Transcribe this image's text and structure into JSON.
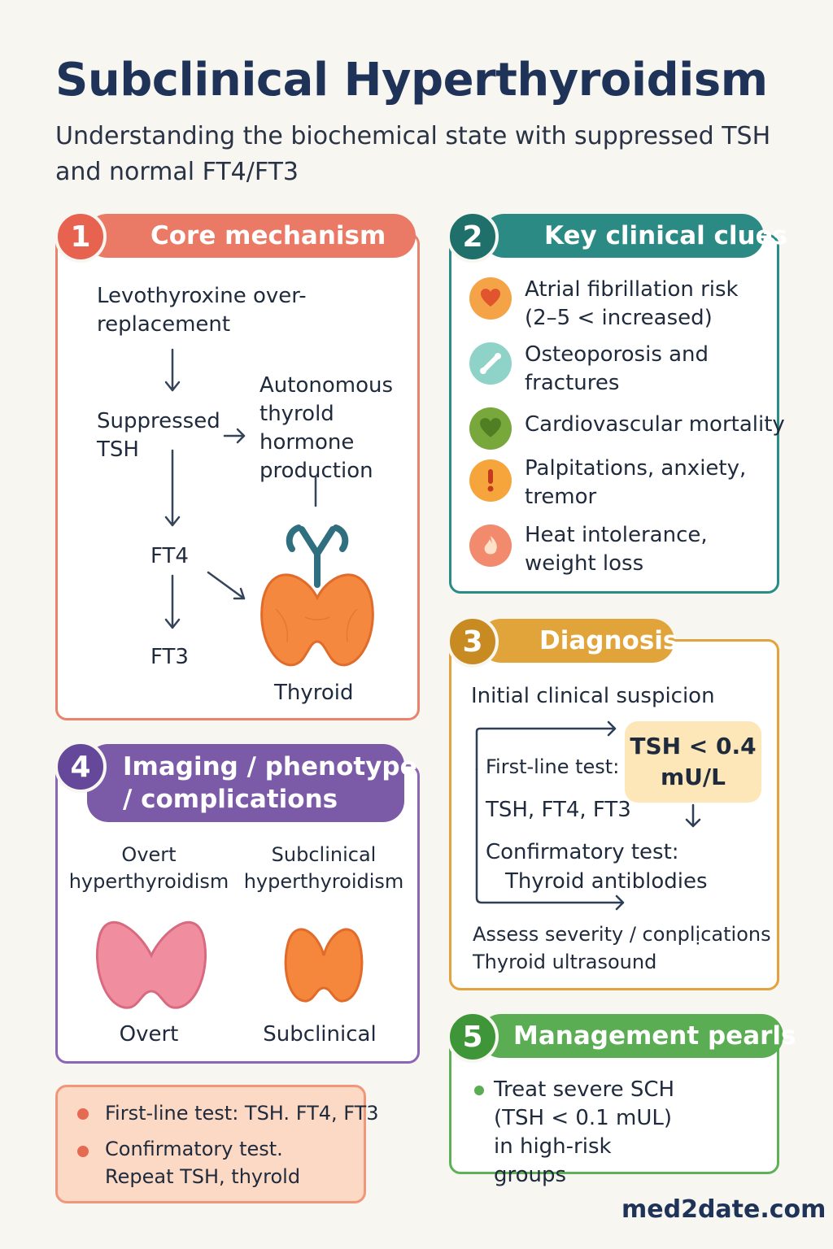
{
  "title": "Subclinical Hyperthyroidism",
  "subtitle": "Understanding the biochemical state with suppressed TSH and normal FT4/FT3",
  "colors": {
    "navy": "#1f3358",
    "panel1": "#ea7a66",
    "panel2": "#2b8a83",
    "panel3": "#e0a43a",
    "panel4": "#7b5aa8",
    "panel5": "#5aad52"
  },
  "panel1": {
    "number": "1",
    "heading": "Core mechanism",
    "levo": "Levothyroxine over-replacement",
    "suppressed": "Suppressed TSH",
    "autonomous": "Autonomous thyrold hormone production",
    "ft4": "FT4",
    "ft3": "FT3",
    "thyroid_label": "Thyroid",
    "icon": "thyroid-gland-icon"
  },
  "panel2": {
    "number": "2",
    "heading": "Key clinical clues",
    "clues": [
      {
        "text": "Atrial fibrillation risk (2–5 < increased)",
        "icon": "heart-icon",
        "color": "#f4a446"
      },
      {
        "text": "Osteoporosis and fractures",
        "icon": "bone-icon",
        "color": "#8fd3c8"
      },
      {
        "text": "Cardiovascular mortality",
        "icon": "heart-icon",
        "color": "#78a83c"
      },
      {
        "text": "Palpitations, anxiety, tremor",
        "icon": "exclamation-icon",
        "color": "#f6a53d"
      },
      {
        "text": "Heat intolerance, weight loss",
        "icon": "flame-icon",
        "color": "#f28a6e"
      }
    ]
  },
  "panel3": {
    "number": "3",
    "heading": "Diagnosis",
    "initial": "Initial clinical suspicion",
    "first_line_label": "First-line test:",
    "first_line_tests": "TSH, FT4, FT3",
    "tsh_threshold_1": "TSH < 0.4",
    "tsh_threshold_2": "mU/L",
    "confirm_label": "Confirmatory test:",
    "confirm_test": "Thyroid antiblodies",
    "assess": "Assess severity / conplịcations",
    "ultrasound": "Thyroid ultrasound"
  },
  "panel4": {
    "number": "4",
    "heading_line1": "Imaging / phenotype",
    "heading_line2": "/ complications",
    "col1_title": "Overt hyperthyroidism",
    "col2_title": "Subclinical hyperthyroidism",
    "col1_label": "Overt",
    "col2_label": "Subclinical",
    "col1_color": "#f08ea0",
    "col2_color": "#f5873c"
  },
  "panel5": {
    "number": "5",
    "heading": "Management pearls",
    "bullet": "Treat severe SCH (TSH < 0.1 mUL) in high-risk groups"
  },
  "summary": {
    "item1": "First-line test: TSH. FT4, FT3",
    "item2_line1": "Confirmatory test.",
    "item2_line2": "Repeat TSH, thyrold"
  },
  "brand": "med2date.com"
}
